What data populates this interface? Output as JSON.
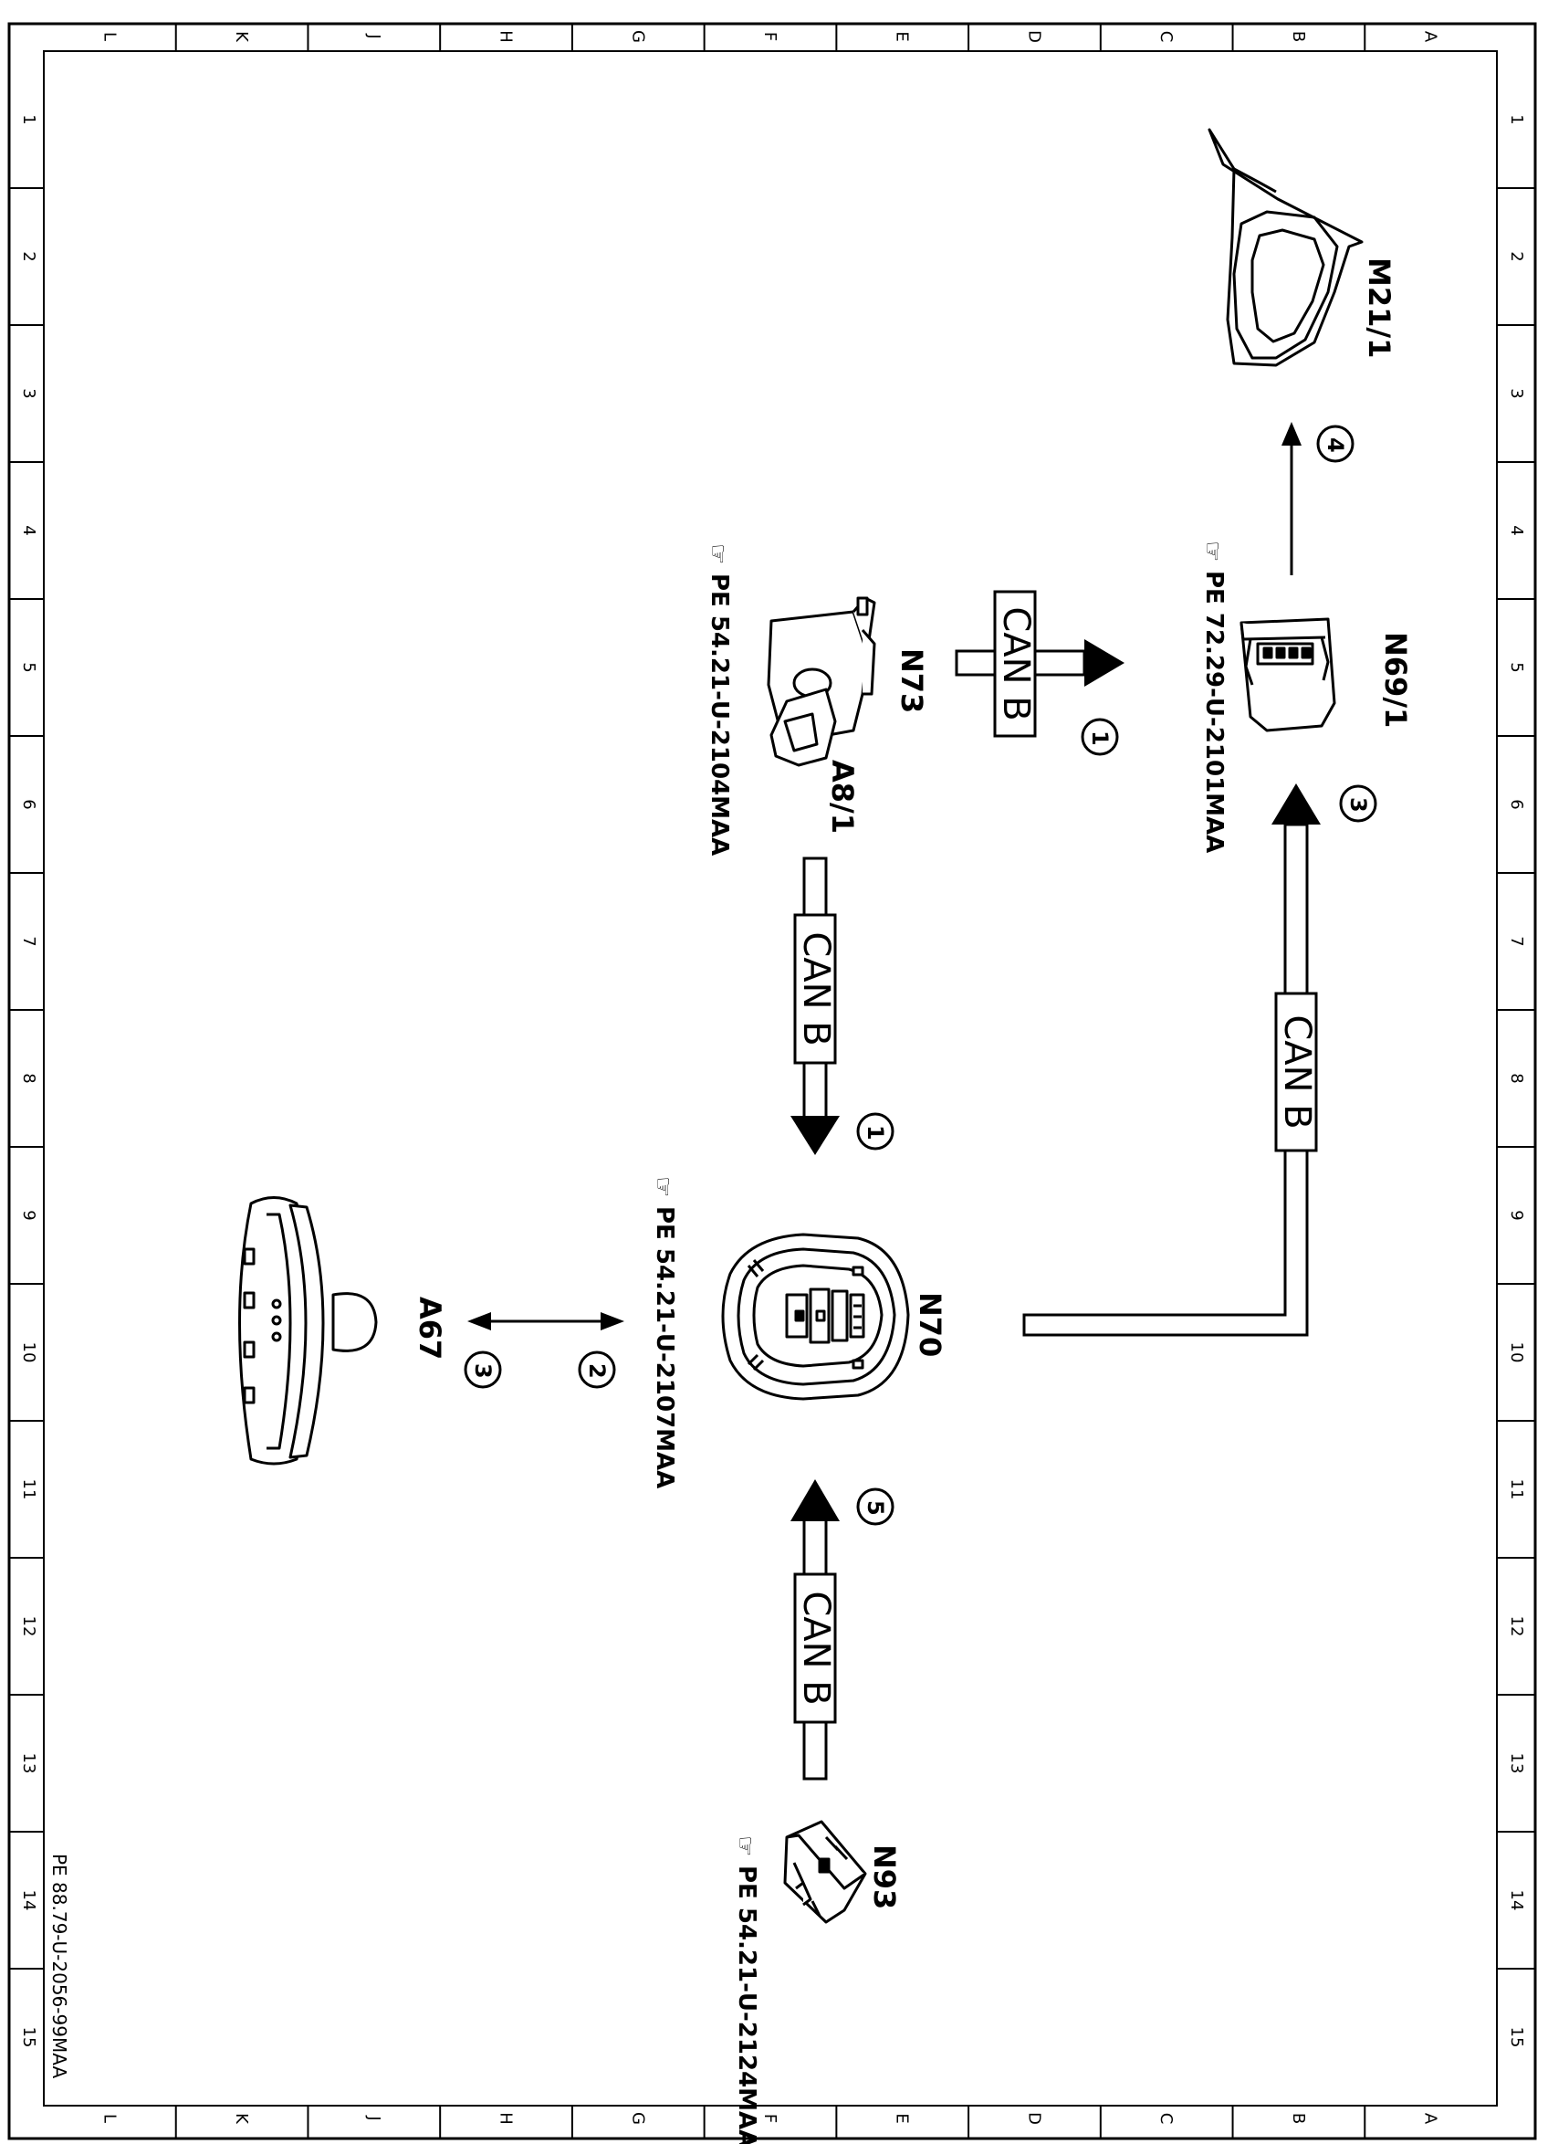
{
  "drawing_number": "PE 88.79-U-2056-99MAA",
  "columns": [
    "L",
    "K",
    "J",
    "H",
    "G",
    "F",
    "E",
    "D",
    "C",
    "B",
    "A"
  ],
  "rows": [
    "1",
    "2",
    "3",
    "4",
    "5",
    "6",
    "7",
    "8",
    "9",
    "10",
    "11",
    "12",
    "13",
    "14",
    "15"
  ],
  "bus_label": "CAN B",
  "components": {
    "m21": {
      "code": "M21/1"
    },
    "n69": {
      "code": "N69/1",
      "ref": "PE 72.29-U-2101MAA"
    },
    "n73": {
      "code": "N73",
      "ref": "PE 54.21-U-2104MAA"
    },
    "a8": {
      "code": "A8/1"
    },
    "n70": {
      "code": "N70",
      "ref": "PE 54.21-U-2107MAA"
    },
    "a67": {
      "code": "A67"
    },
    "n93": {
      "code": "N93",
      "ref": "PE 54.21-U-2124MAA"
    }
  },
  "callouts": {
    "n73_to_n69": "1",
    "a8_to_n70": "1",
    "n70_to_a67_out": "2",
    "n70_to_a67_in": "3",
    "n70_to_n69": "3",
    "n69_to_m21": "4",
    "n93_to_n70": "5"
  }
}
